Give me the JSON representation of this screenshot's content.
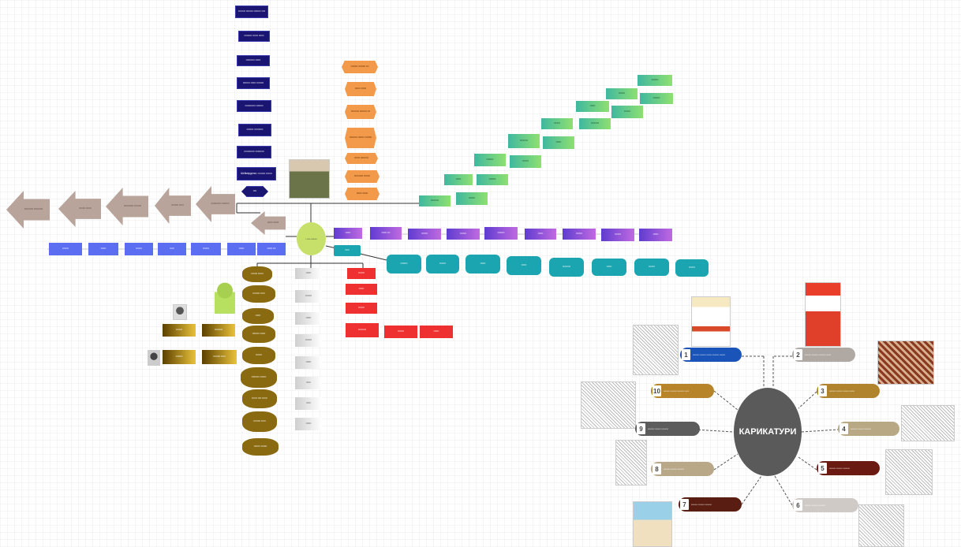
{
  "center_node": {
    "label": "• •••• •••••••"
  },
  "navy_nodes": [
    "•••••••• •••••••• •••••••• ••••",
    "••••••••• •••••• ••••••",
    "•••••••••• ••••••",
    "•••••••• •••••• ••••••••",
    "•••••••••••• ••••••••",
    "•••••••• ••••••••••",
    "•••••••••••• ••••••••••",
    "Шеймердена • •••••••• •••••••",
    "••••"
  ],
  "orange_nodes": [
    "•••••••• •••••••• •••",
    "•••••• ••••••",
    "••••••••• •••••••• •••",
    "••••••••• ••••••• ••••••••",
    "•••••• •••••••••",
    "•••••••••• •••••••",
    "•••••• ••••••"
  ],
  "arrow_nodes": [
    "•••••••••• ••••••••••",
    "••••••• ••••••",
    "••••••••••• ••••••••",
    "•••••••• •••••",
    "••••••••••• •••••••••",
    "•••••• ••••••"
  ],
  "blue_nodes": [
    "•••••••",
    "••••••",
    "•••••••",
    "•••••",
    "•••••••",
    "••••••",
    "•••••• •••"
  ],
  "green_nodes": [
    "•••••••••",
    "•••••••",
    "••••••",
    "••••••••",
    "••••••••",
    "•••••••",
    "•••••••••",
    "••••••",
    "•••••••",
    "•••••••••",
    "••••••",
    "•••••••",
    "•••••••",
    "••••••••",
    "••••••••",
    "•••••••",
    "•••••••••"
  ],
  "purple_nodes": [
    "••••••",
    "•••••• •••",
    "•••••••",
    "•••••••",
    "••••••••",
    "••••••",
    "•••••••",
    "•••••••",
    "••••••"
  ],
  "teal_nodes": [
    "•••••",
    "••••••••",
    "•••••••",
    "••••••",
    "••••••",
    "•••••••••",
    "••••••",
    "•••••••",
    "•••••••"
  ],
  "red_nodes": [
    "•••••••",
    "••••••",
    "•••••••",
    "•••••••••",
    "•••••••",
    "••••••"
  ],
  "cloud_nodes": [
    "••••••• ••••••",
    "•••••••• •••••",
    "••••••",
    "•••••••• ••••••",
    "•••••••",
    "••••••••• •••••••",
    "•••••• •••• ••••••",
    "•••••••• •••••",
    "••••••• •••••••"
  ],
  "grey_nodes": [
    "••••••",
    "•••••••",
    "••••••",
    "•••••••",
    "••••••",
    "•••••",
    "•••••",
    "••••••"
  ],
  "gold_nodes": [
    "•••••••",
    "•••••••••",
    "••••••••",
    "•••••••• •••••"
  ],
  "karikaturi": {
    "title": "КАРИКАТУРИ",
    "items": [
      {
        "num": "1",
        "text": "•••••••• ••••••• •••••• •••••••• •••••••",
        "color": "#1b54b8"
      },
      {
        "num": "2",
        "text": "•••••••• ••••••• •••••••• ••••••",
        "color": "#b0a8a2"
      },
      {
        "num": "3",
        "text": "•••••••• ••••••• ••••••• ••••••",
        "color": "#b0842c"
      },
      {
        "num": "4",
        "text": "•••••••• ••••••• ••••••••",
        "color": "#b8a884"
      },
      {
        "num": "5",
        "text": "•••••••• ••••••• ••••••••",
        "color": "#6a1a10"
      },
      {
        "num": "6",
        "text": "•••••••• ••••••• ••••••••",
        "color": "#d0cac6"
      },
      {
        "num": "7",
        "text": "•••••••• ••••••• ••••••••",
        "color": "#5a1d12"
      },
      {
        "num": "8",
        "text": "•••••••• ••••••• ••••••••",
        "color": "#b8a888"
      },
      {
        "num": "9",
        "text": "•••••••• ••••••• ••••••••",
        "color": "#5c5c5c"
      },
      {
        "num": "10",
        "text": "•••••••• ••••••• •••••••• •••••",
        "color": "#b8842a"
      }
    ]
  }
}
